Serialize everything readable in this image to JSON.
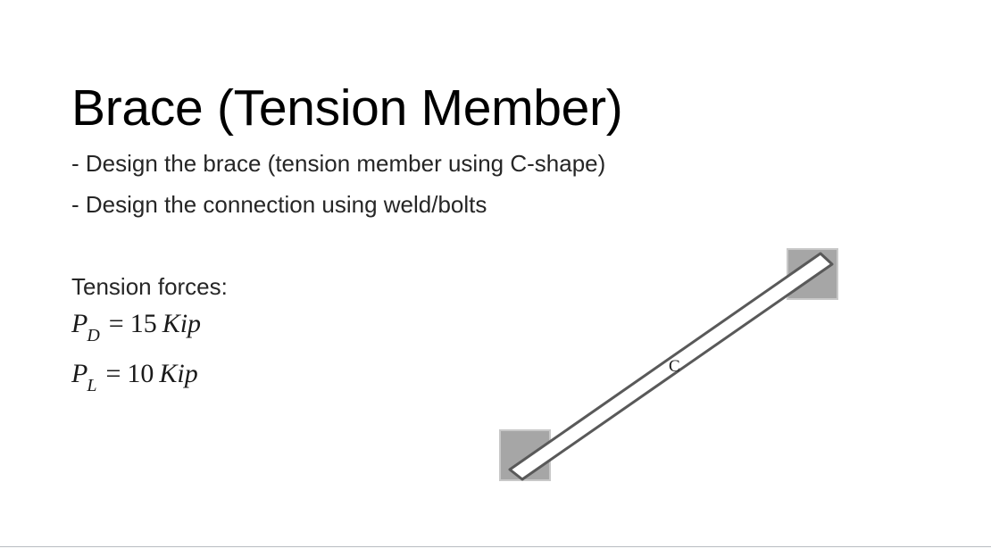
{
  "slide": {
    "title": "Brace (Tension Member)",
    "background_color": "#ffffff",
    "bullets": [
      "- Design the brace (tension member using C-shape)",
      "- Design the connection using weld/bolts"
    ],
    "forces": {
      "label": "Tension forces:",
      "equations": [
        {
          "symbol": "P",
          "subscript": "D",
          "operator": "=",
          "value": "15",
          "unit": "Kip"
        },
        {
          "symbol": "P",
          "subscript": "L",
          "operator": "=",
          "value": "10",
          "unit": "Kip"
        }
      ]
    },
    "diagram": {
      "member_label": "C",
      "member_fill": "#ffffff",
      "member_stroke": "#595959",
      "gusset_fill": "#a6a6a6",
      "gusset_stroke": "#c8c8c8"
    },
    "text_color": "#262626",
    "footer_rule_color": "#b8bcc0"
  }
}
